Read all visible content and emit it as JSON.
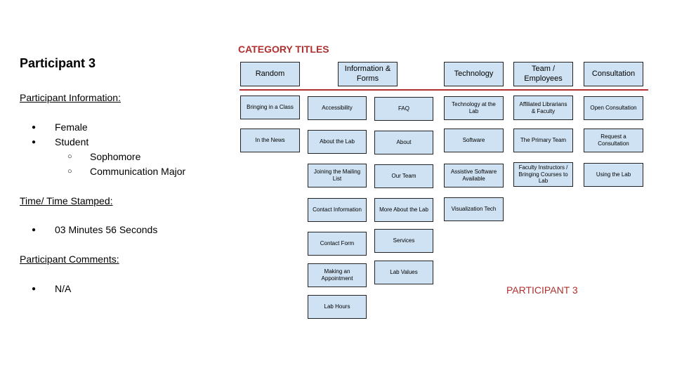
{
  "notes": {
    "title": "Participant 3",
    "info_heading": "Participant Information:",
    "info_items": [
      "Female",
      "Student"
    ],
    "student_sub_items": [
      "Sophomore",
      "Communication Major"
    ],
    "time_heading": "Time/ Time Stamped:",
    "time_items": [
      "03 Minutes 56 Seconds"
    ],
    "comments_heading": "Participant Comments:",
    "comments_items": [
      "N/A"
    ],
    "bullet_glyph": "●",
    "sub_bullet_glyph": "○"
  },
  "card_sort": {
    "section_label": "CATEGORY TITLES",
    "participant_label": "PARTICIPANT 3",
    "accent_color": "#b52d2d",
    "card_color": "#cfe2f3",
    "categories": [
      {
        "title": "Random",
        "cards": [
          "Bringing in a Class",
          "In the News"
        ]
      },
      {
        "title": "Information & Forms",
        "cards": [
          "Accessibility",
          "About the Lab",
          "Joining the Mailing List",
          "Contact Information",
          "Contact Form",
          "Making an Appointment",
          "Lab Hours"
        ]
      },
      {
        "title": "",
        "cards": [
          "FAQ",
          "About",
          "Our Team",
          "More About the Lab",
          "Services",
          "Lab Values"
        ]
      },
      {
        "title": "Technology",
        "cards": [
          "Technology at the Lab",
          "Software",
          "Assistive Software Available",
          "Visualization Tech"
        ]
      },
      {
        "title": "Team / Employees",
        "cards": [
          "Affiliated Librarians & Faculty",
          "The Primary Team",
          "Faculty Instructors / Bringing Courses to Lab"
        ]
      },
      {
        "title": "Consultation",
        "cards": [
          "Open Consultation",
          "Request a Consultation",
          "Using the Lab"
        ]
      }
    ]
  }
}
